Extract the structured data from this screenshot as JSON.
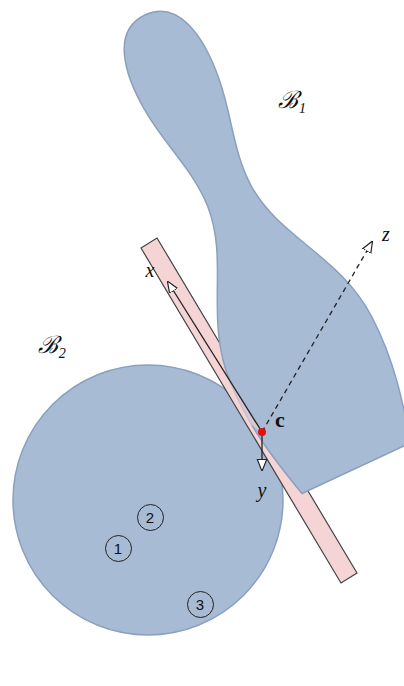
{
  "diagram": {
    "nodes": [
      {
        "text": [
          "1"
        ]
      },
      {
        "text": [
          "2"
        ]
      },
      {
        "text": [
          "3"
        ]
      }
    ],
    "labels": [
      "ℬ₁",
      "ℬ₂",
      "x",
      "y",
      "z",
      "c"
    ]
  }
}
